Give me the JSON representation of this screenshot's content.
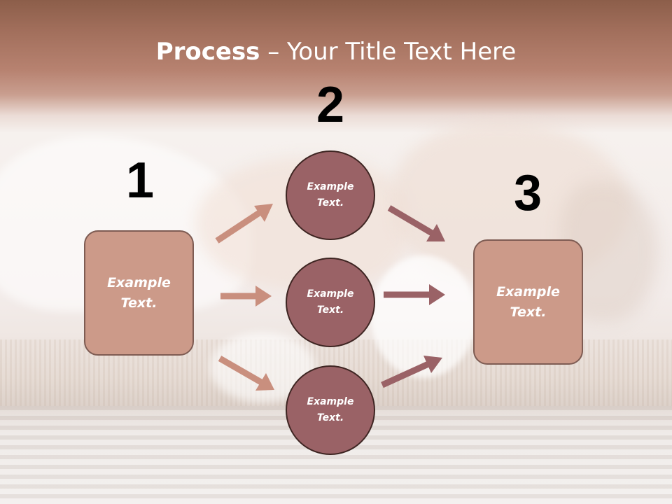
{
  "slide": {
    "title_bold": "Process",
    "title_rest": " – Your Title Text Here"
  },
  "steps": {
    "one": "1",
    "two": "2",
    "three": "3"
  },
  "boxes": {
    "left": "Example\nText.",
    "right": "Example\nText."
  },
  "circles": {
    "top": "Example\nText.",
    "middle": "Example\nText.",
    "bottom": "Example\nText."
  },
  "colors": {
    "box_fill": "#cc9a89",
    "circle_fill": "#9a6266",
    "arrow_light": "#c98f7e",
    "arrow_dark": "#9a6266",
    "title_bar": "#a26f5c"
  }
}
